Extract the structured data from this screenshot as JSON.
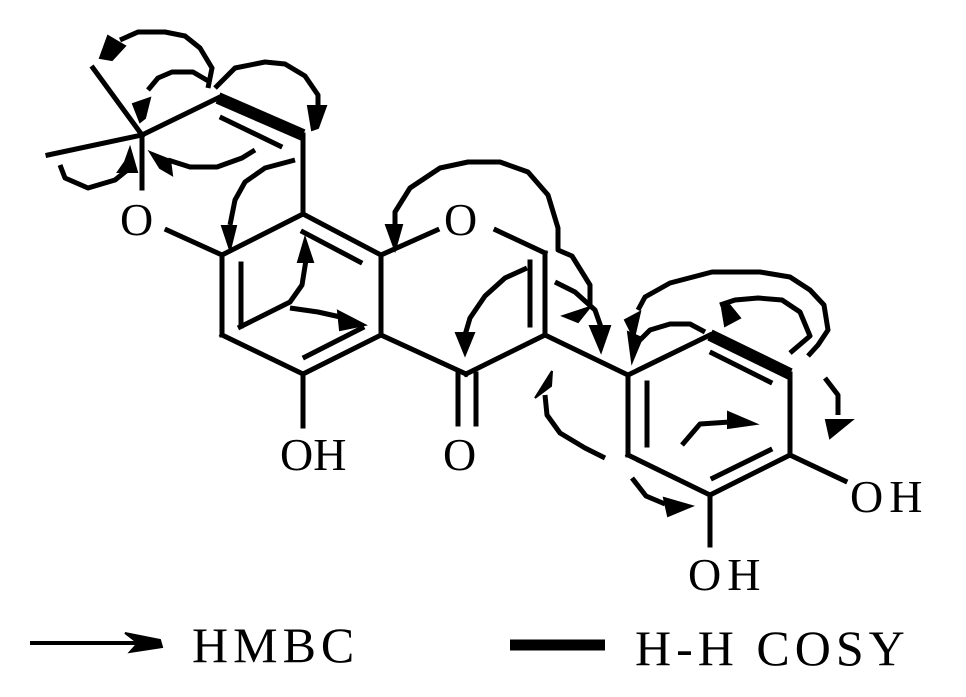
{
  "diagram": {
    "type": "chemical-structure",
    "description": "Prenylated isoflavone structure with key HMBC and H-H COSY correlations",
    "atoms": {
      "pyran_oxygen": "O",
      "chromone_oxygen": "O",
      "carbonyl_oxygen": "O",
      "ring_a_hydroxyl": "OH",
      "ring_b_hydroxyl_meta": "OH",
      "ring_b_hydroxyl_para": "OH"
    },
    "legend": {
      "hmbc_label": "HMBC",
      "cosy_label": "H-H COSY"
    },
    "colors": {
      "ink": "#000000",
      "background": "#ffffff"
    }
  }
}
